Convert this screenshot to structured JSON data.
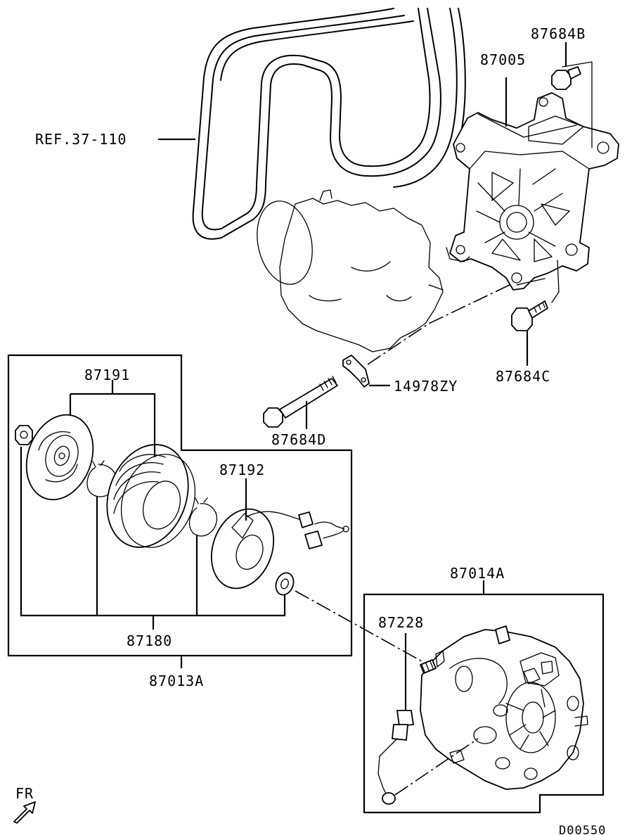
{
  "labels": {
    "ref": "REF.37-110",
    "p87684B": "87684B",
    "p87005": "87005",
    "p87684C": "87684C",
    "p14978ZY": "14978ZY",
    "p87684D": "87684D",
    "p87191": "87191",
    "p87192": "87192",
    "p87180": "87180",
    "p87013A": "87013A",
    "p87014A": "87014A",
    "p87228": "87228",
    "fr": "FR",
    "code": "D00550"
  },
  "icons": {
    "direction": "fr-arrow-icon"
  }
}
